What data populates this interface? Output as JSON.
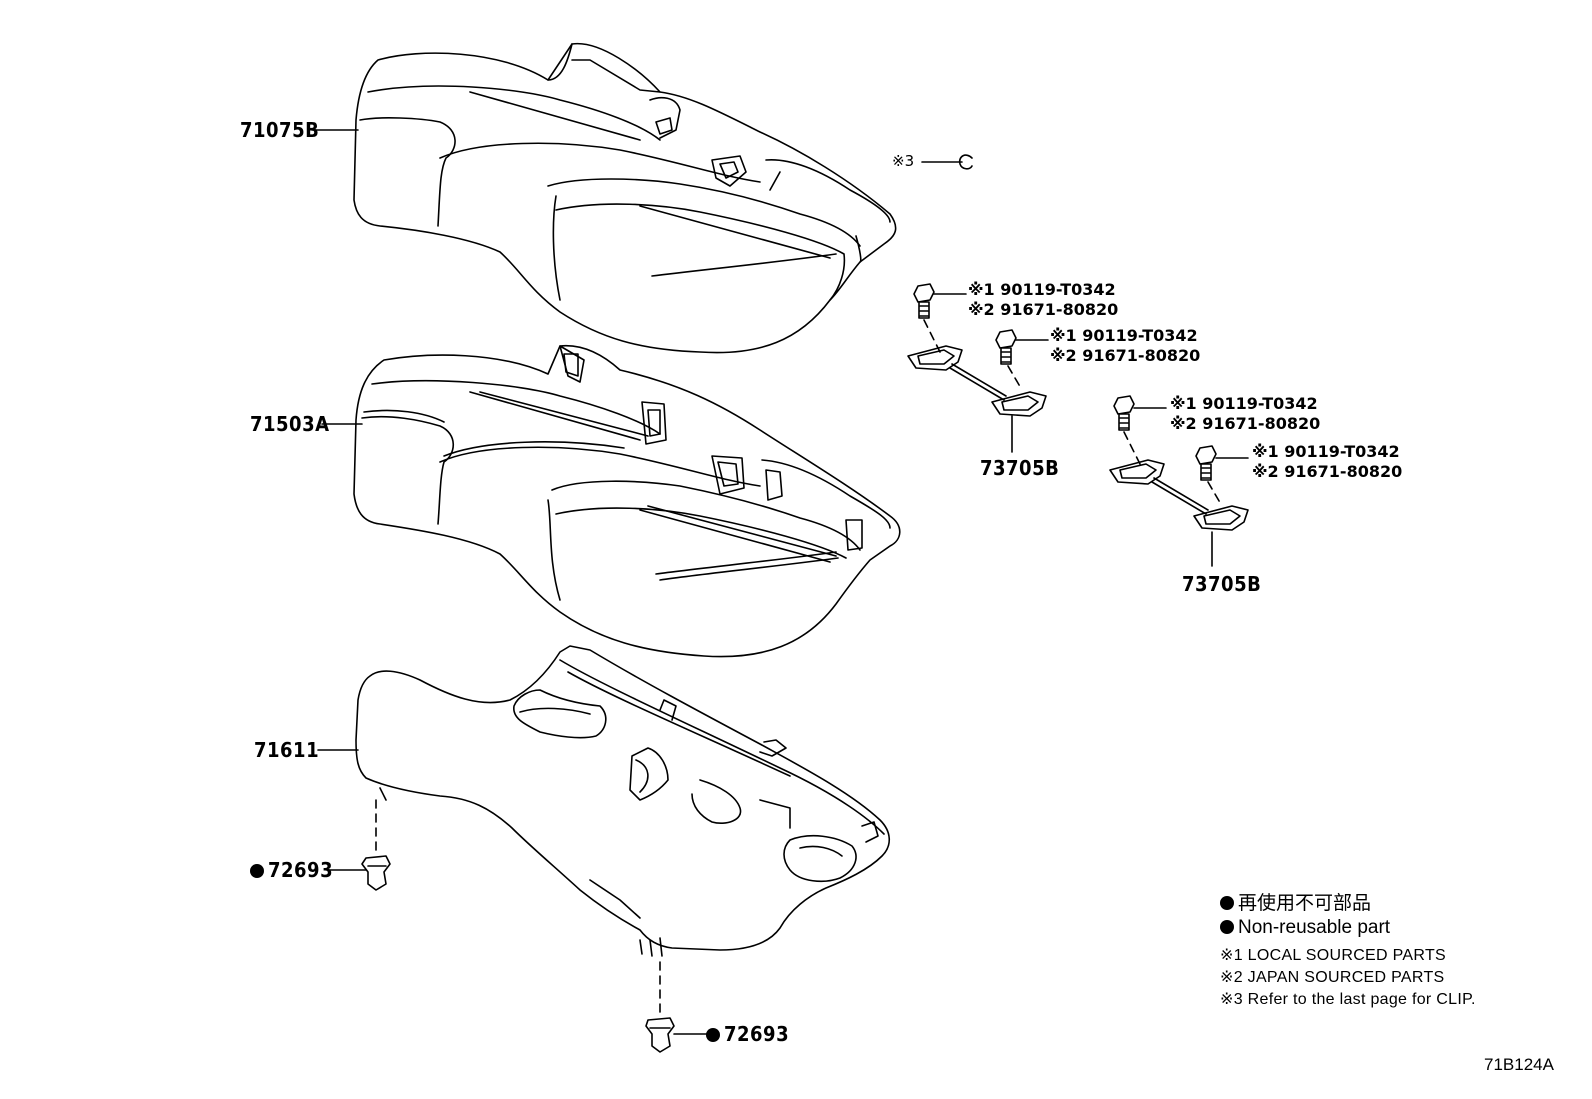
{
  "parts": {
    "seat_cover": "71075B",
    "seat_pad": "71503A",
    "seat_frame": "71611",
    "clip_left": "72693",
    "clip_bottom": "72693",
    "hook_upper": "73705B",
    "hook_lower": "73705B"
  },
  "refs": {
    "clip_ref": "※3",
    "bolt_a_1": "※1 90119-T0342",
    "bolt_a_2": "※2 91671-80820",
    "bolt_b_1": "※1 90119-T0342",
    "bolt_b_2": "※2 91671-80820",
    "bolt_c_1": "※1 90119-T0342",
    "bolt_c_2": "※2 91671-80820",
    "bolt_d_1": "※1 90119-T0342",
    "bolt_d_2": "※2 91671-80820"
  },
  "legend": {
    "non_reusable_jp": "再使用不可部品",
    "non_reusable_en": "Non-reusable part",
    "note1": "※1 LOCAL SOURCED PARTS",
    "note2": "※2 JAPAN SOURCED PARTS",
    "note3": "※3 Refer to the last page for CLIP."
  },
  "diagram_id": "71B124A"
}
